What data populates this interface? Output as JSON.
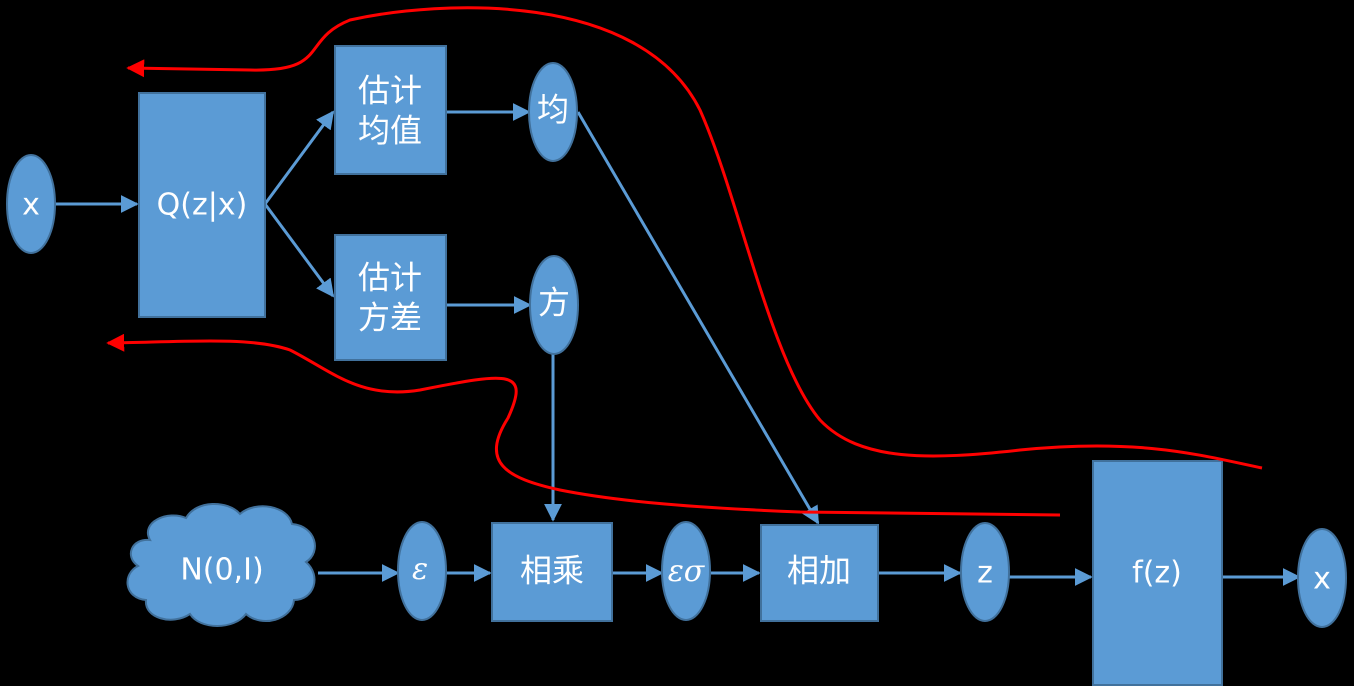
{
  "nodes": {
    "x_input": "x",
    "encoder": "Q(z|x)",
    "estimate_mean_line1": "估计",
    "estimate_mean_line2": "均值",
    "estimate_var_line1": "估计",
    "estimate_var_line2": "方差",
    "mean": "均",
    "variance": "方",
    "noise_source": "N(0,I)",
    "epsilon": "ε",
    "multiply": "相乘",
    "eps_sigma": "εσ",
    "add": "相加",
    "z": "z",
    "decoder": "f(z)",
    "x_output": "x"
  },
  "colors": {
    "background": "#000000",
    "node_fill": "#5b9bd5",
    "node_stroke": "#41719c",
    "edge": "#5b9bd5",
    "highlight_curve": "#ff0000",
    "text": "#ffffff"
  }
}
